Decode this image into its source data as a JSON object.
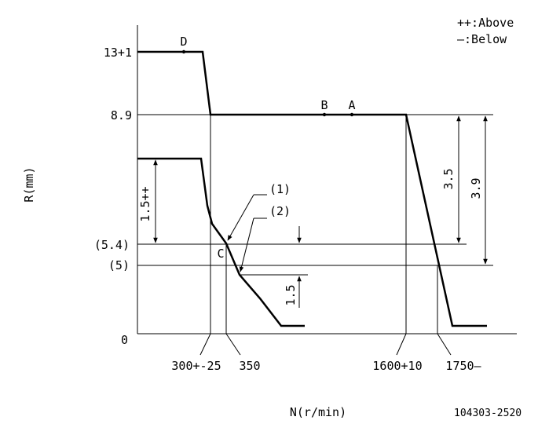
{
  "legend": {
    "above": "++:Above",
    "below": "—:Below"
  },
  "axes": {
    "y_label": "R(mm)",
    "x_label": "N(r/min)"
  },
  "y_ticks": [
    "13+1",
    "8.9",
    "(5.4)",
    "(5)",
    "0"
  ],
  "x_ticks": [
    "300+-25",
    "350",
    "1600+10",
    "1750—"
  ],
  "points": [
    "D",
    "B",
    "A",
    "C"
  ],
  "callouts": [
    "(1)",
    "(2)"
  ],
  "dimensions": [
    "1.5++",
    "1.5",
    "3.5",
    "3.9"
  ],
  "drawing_number": "104303-2520"
}
